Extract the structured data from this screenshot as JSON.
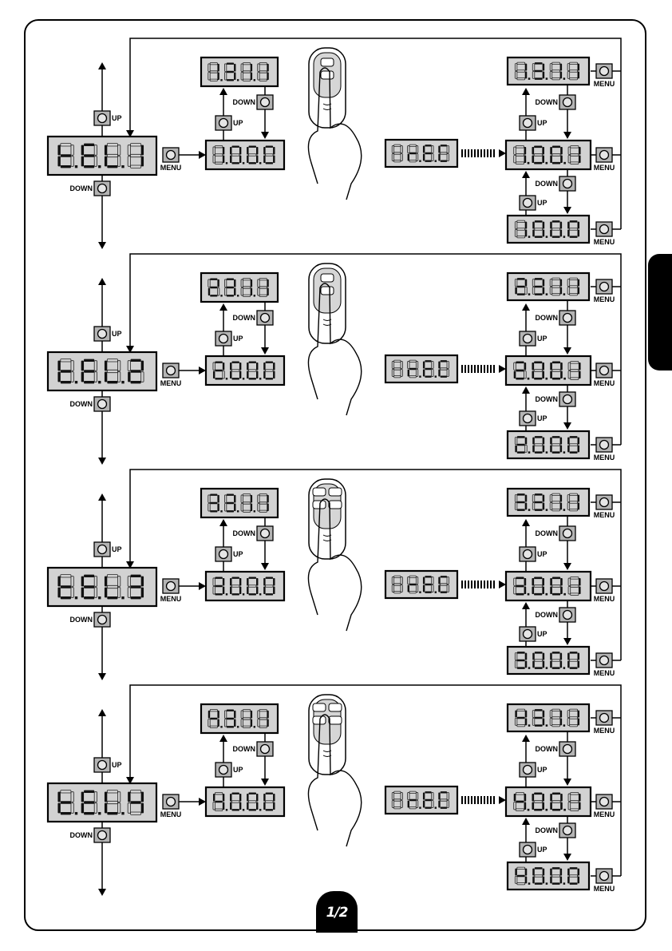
{
  "labels": {
    "up": "UP",
    "down": "DOWN",
    "menu": "MENU"
  },
  "page_marker": "1/2",
  "rows": [
    {
      "id": 1,
      "parameter": "t.E.L.1",
      "default_code": "1.0.0.0",
      "mid_code": "1.3.1.1",
      "learning": "r.E.C",
      "result_top": "1.3.1.1",
      "result_mid": "1.0.0.1",
      "result_bottom": "1.0.0.0",
      "remote_buttons": 2
    },
    {
      "id": 2,
      "parameter": "t.E.L.2",
      "default_code": "2.0.0.0",
      "mid_code": "2.3.1.1",
      "learning": "r.E.C",
      "result_top": "2.3.1.1",
      "result_mid": "2.0.0.1",
      "result_bottom": "2.0.0.0",
      "remote_buttons": 2
    },
    {
      "id": 3,
      "parameter": "t.E.L.3",
      "default_code": "3.0.0.0",
      "mid_code": "3.3.1.1",
      "learning": "r.E.C",
      "result_top": "3.3.1.1",
      "result_mid": "3.0.0.1",
      "result_bottom": "3.0.0.0",
      "remote_buttons": 4
    },
    {
      "id": 4,
      "parameter": "t.E.L.4",
      "default_code": "4.0.0.0",
      "mid_code": "4.3.1.1",
      "learning": "r.E.C",
      "result_top": "4.3.1.1",
      "result_mid": "4.0.0.1",
      "result_bottom": "4.0.0.0",
      "remote_buttons": 4
    }
  ]
}
